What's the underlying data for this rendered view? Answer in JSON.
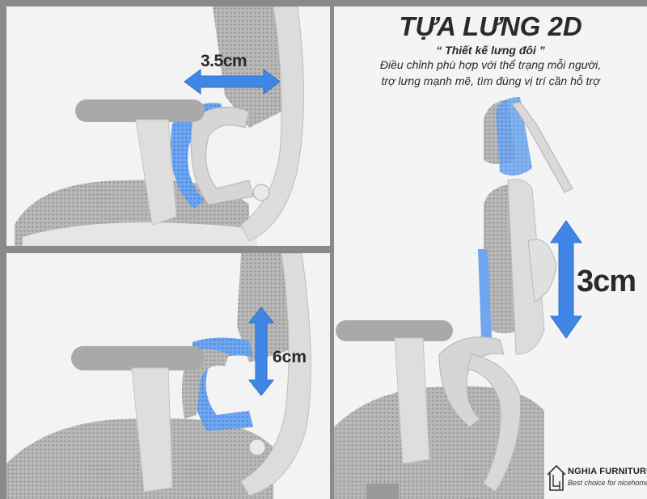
{
  "labels": {
    "top_left": "3.5cm",
    "bottom_left": "6cm",
    "right": "3cm"
  },
  "heading": {
    "title": "TỰA LƯNG 2D",
    "subtitle": "“ Thiết kế lưng đôi ”",
    "line1": "Điều chỉnh phù hợp với thể trạng mỗi người,",
    "line2": "trợ lưng mạnh mẽ, tìm đúng vị trí cần hỗ trợ"
  },
  "brand": {
    "name": "NGHIA FURNITURE",
    "slogan": "Best choice for nicehome",
    "logo_icon": "chair-house-logo-icon"
  },
  "colors": {
    "accent_blue": "#3f86e6",
    "frame_grey": "#d9d9d9",
    "mesh_grey": "#9a9a9a",
    "background": "#f3f3f3",
    "divider": "#8a8a8a"
  }
}
